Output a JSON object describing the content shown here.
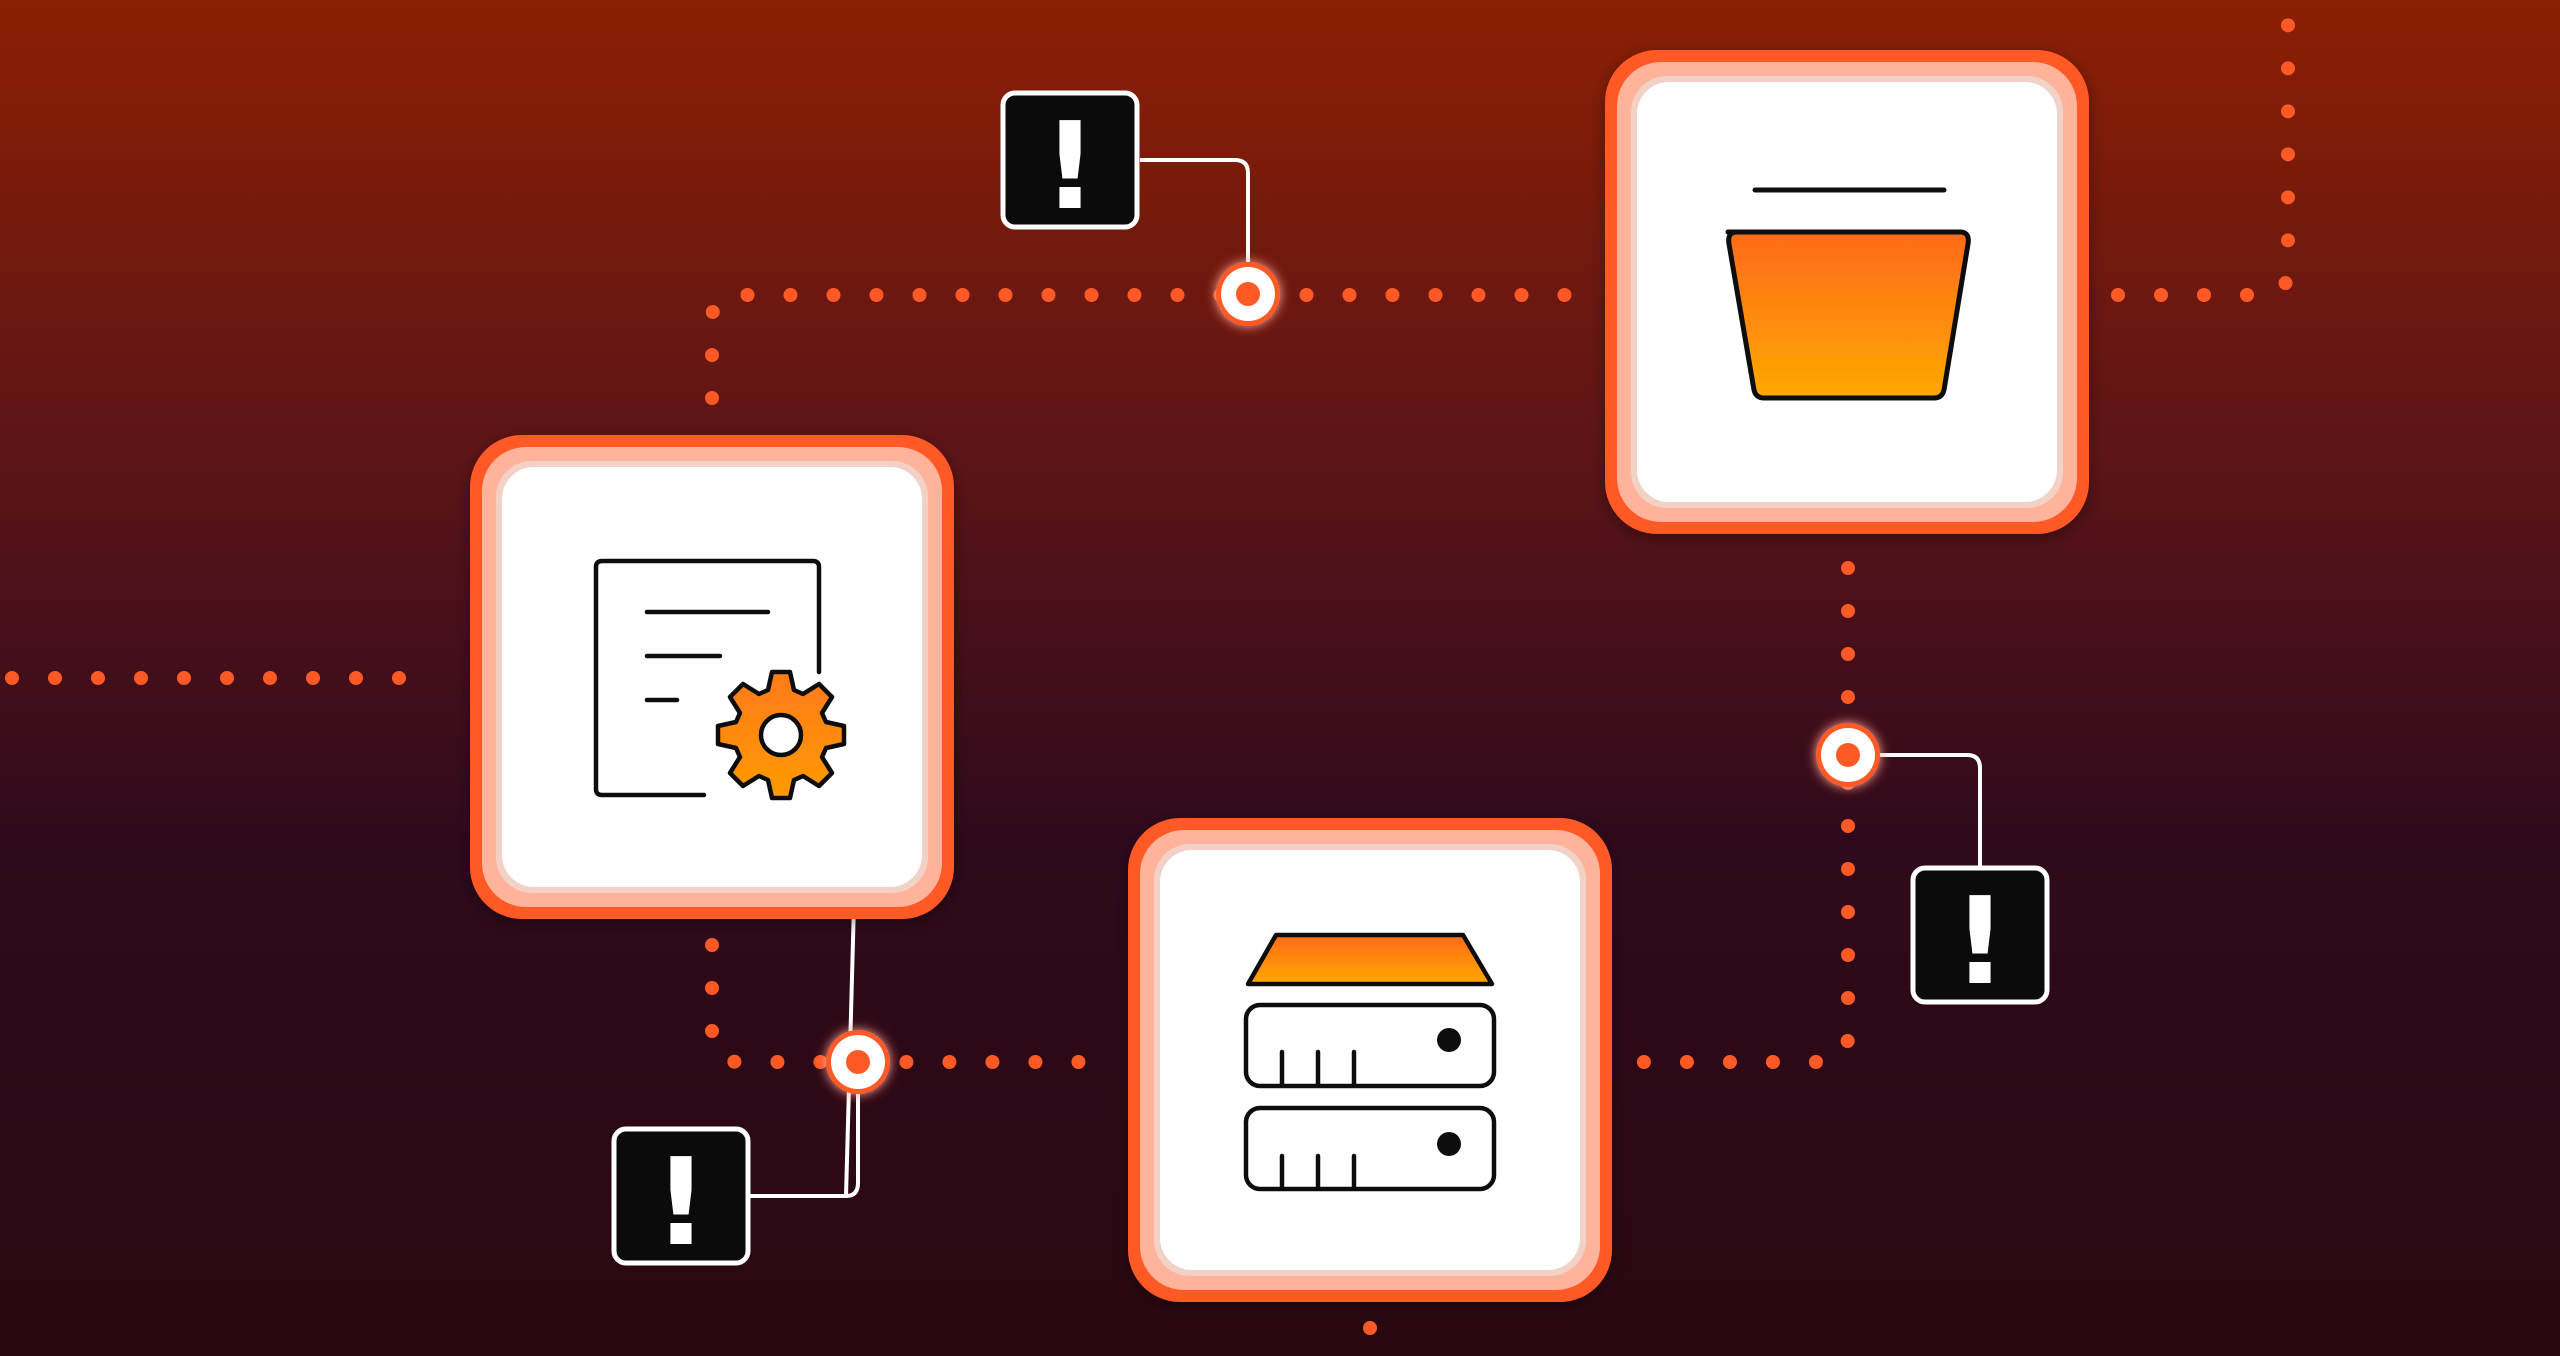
{
  "scene": {
    "background_gradient": [
      "#8c1f03",
      "#5a1418",
      "#2f0a1c",
      "#2a0810"
    ],
    "accent": "#ff6b35",
    "accent_light": "#ffb39a",
    "node_fill": "#ffffff",
    "icon_stroke": "#111111",
    "icon_gradient": [
      "#ff6a1a",
      "#ffa800"
    ]
  },
  "nodes": [
    {
      "id": "config",
      "icon": "document-gear-icon"
    },
    {
      "id": "bucket",
      "icon": "bucket-icon"
    },
    {
      "id": "server",
      "icon": "server-stack-icon"
    }
  ],
  "alerts": [
    {
      "id": "alert-top",
      "icon": "exclamation-icon",
      "glyph": "!"
    },
    {
      "id": "alert-right",
      "icon": "exclamation-icon",
      "glyph": "!"
    },
    {
      "id": "alert-bottom",
      "icon": "exclamation-icon",
      "glyph": "!"
    }
  ],
  "connections": [
    {
      "from": "left-edge",
      "to": "config",
      "style": "dotted"
    },
    {
      "from": "config",
      "to": "bucket",
      "style": "dotted"
    },
    {
      "from": "bucket",
      "to": "top-edge",
      "style": "dotted"
    },
    {
      "from": "bucket",
      "to": "server",
      "style": "dotted"
    },
    {
      "from": "config",
      "to": "server",
      "style": "dotted"
    },
    {
      "from": "server",
      "to": "bottom-edge",
      "style": "dotted"
    }
  ]
}
